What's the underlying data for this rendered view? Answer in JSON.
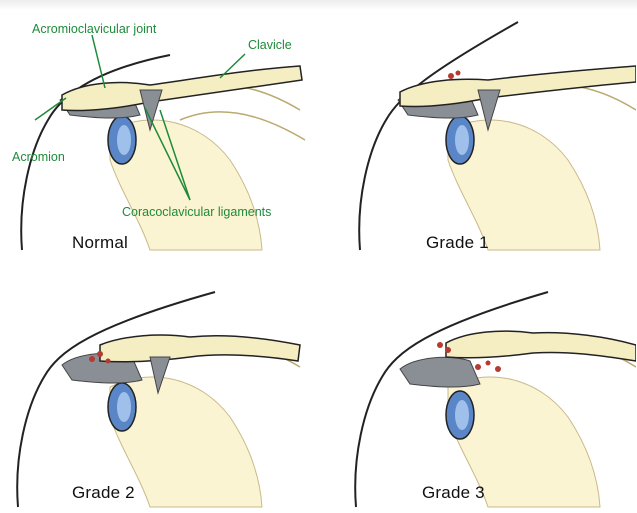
{
  "labels": {
    "acromioclavicular_joint": "Acromioclavicular joint",
    "clavicle": "Clavicle",
    "acromion": "Acromion",
    "coracoclavicular_ligaments": "Coracoclavicular ligaments"
  },
  "panels": [
    {
      "caption": "Normal"
    },
    {
      "caption": "Grade 1"
    },
    {
      "caption": "Grade 2"
    },
    {
      "caption": "Grade 3"
    }
  ],
  "colors": {
    "bone": "#f6eec3",
    "bone_shade": "#e2d08a",
    "outline": "#222222",
    "ligament": "#8a8f96",
    "joint_blue": "#5a86c8",
    "tear": "#b43a32",
    "label_green": "#1f8a3a"
  }
}
